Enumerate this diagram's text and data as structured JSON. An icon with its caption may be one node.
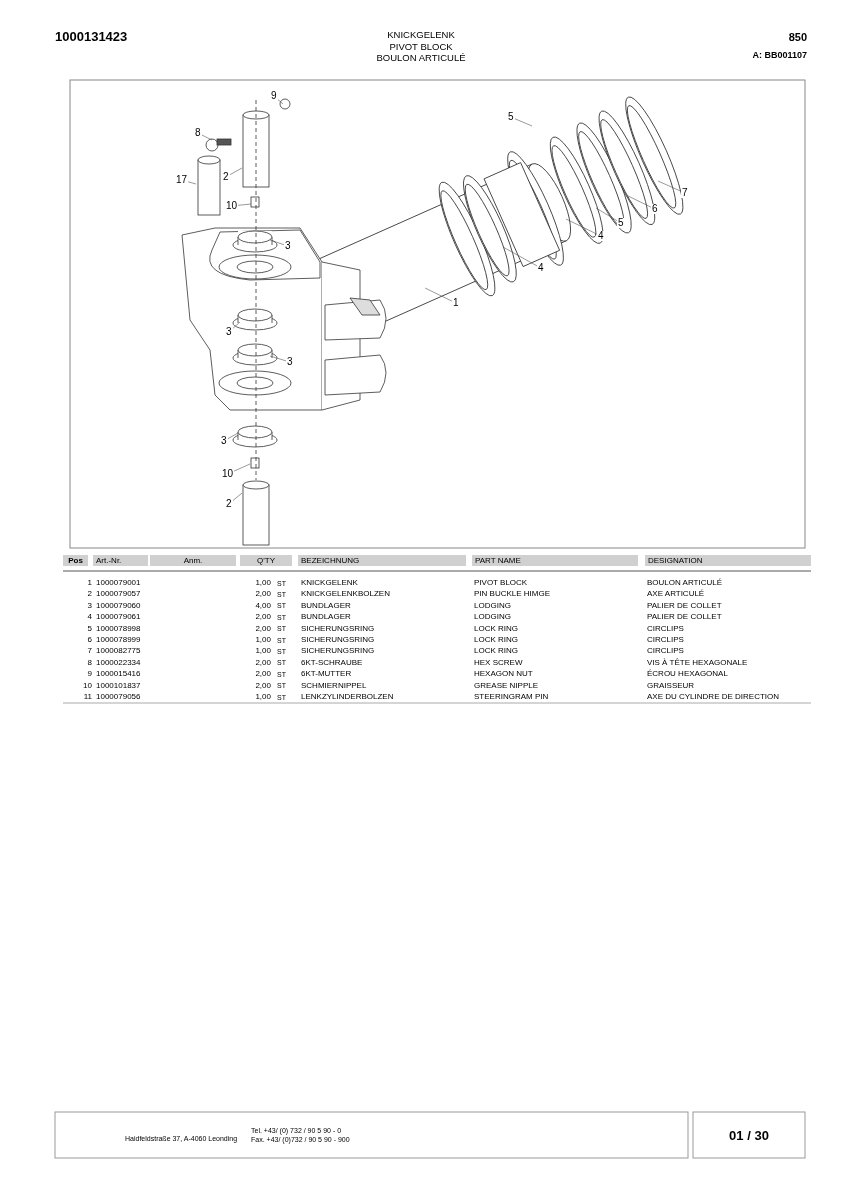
{
  "diagram": {
    "nodes": [
      {
        "text": [
          "9"
        ]
      },
      {
        "text": [
          "8"
        ]
      },
      {
        "text": [
          "17"
        ]
      },
      {
        "text": [
          "2"
        ]
      },
      {
        "text": [
          "10"
        ]
      },
      {
        "text": [
          "3"
        ]
      },
      {
        "text": [
          "3"
        ]
      },
      {
        "text": [
          "3"
        ]
      },
      {
        "text": [
          "3"
        ]
      },
      {
        "text": [
          "10"
        ]
      },
      {
        "text": [
          "2"
        ]
      },
      {
        "text": [
          "1"
        ]
      },
      {
        "text": [
          "4"
        ]
      },
      {
        "text": [
          "4"
        ]
      },
      {
        "text": [
          "5"
        ]
      },
      {
        "text": [
          "6"
        ]
      },
      {
        "text": [
          "7"
        ]
      },
      {
        "text": [
          "5"
        ]
      }
    ],
    "edges": [
      {
        "from": 0,
        "to": null,
        "arrow": "none"
      },
      {
        "from": 1,
        "to": null,
        "arrow": "none"
      },
      {
        "from": 2,
        "to": null,
        "arrow": "none"
      },
      {
        "from": 3,
        "to": null,
        "arrow": "none"
      },
      {
        "from": 4,
        "to": null,
        "arrow": "none"
      },
      {
        "from": 5,
        "to": null,
        "arrow": "none"
      },
      {
        "from": 6,
        "to": null,
        "arrow": "none"
      },
      {
        "from": 7,
        "to": null,
        "arrow": "none"
      },
      {
        "from": 8,
        "to": null,
        "arrow": "none"
      },
      {
        "from": 9,
        "to": null,
        "arrow": "none"
      },
      {
        "from": 10,
        "to": null,
        "arrow": "none"
      },
      {
        "from": 11,
        "to": null,
        "arrow": "none"
      },
      {
        "from": 12,
        "to": null,
        "arrow": "none"
      },
      {
        "from": 13,
        "to": null,
        "arrow": "none"
      },
      {
        "from": 14,
        "to": null,
        "arrow": "none"
      },
      {
        "from": 15,
        "to": null,
        "arrow": "none"
      },
      {
        "from": 16,
        "to": null,
        "arrow": "none"
      },
      {
        "from": 17,
        "to": null,
        "arrow": "none"
      }
    ],
    "labels": [
      "1000131423",
      "KNICKGELENK",
      "PIVOT BLOCK",
      "BOULON ARTICULÉ",
      "850",
      "A: BB001107",
      "Pos",
      "Art.-Nr.",
      "Anm.",
      "Q'TY",
      "BEZEICHNUNG",
      "PART NAME",
      "DESIGNATION",
      "1",
      "1000079001",
      "1,00",
      "ST",
      "KNICKGELENK",
      "PIVOT BLOCK",
      "BOULON ARTICULÉ",
      "2",
      "1000079057",
      "2,00",
      "ST",
      "KNICKGELENKBOLZEN",
      "PIN BUCKLE HIMGE",
      "AXE  ARTICULÉ",
      "3",
      "1000079060",
      "4,00",
      "ST",
      "BUNDLAGER",
      "LODGING",
      "PALIER DE COLLET",
      "4",
      "1000079061",
      "2,00",
      "ST",
      "BUNDLAGER",
      "LODGING",
      "PALIER DE COLLET",
      "5",
      "1000078998",
      "2,00",
      "ST",
      "SICHERUNGSRING",
      "LOCK RING",
      "CIRCLIPS",
      "6",
      "1000078999",
      "1,00",
      "ST",
      "SICHERUNGSRING",
      "LOCK RING",
      "CIRCLIPS",
      "7",
      "1000082775",
      "1,00",
      "ST",
      "SICHERUNGSRING",
      "LOCK RING",
      "CIRCLIPS",
      "8",
      "1000022334",
      "2,00",
      "ST",
      "6KT-SCHRAUBE",
      "HEX SCREW",
      "VIS À TÊTE HEXAGONALE",
      "9",
      "1000015416",
      "2,00",
      "ST",
      "6KT-MUTTER",
      "HEXAGON NUT",
      "ÉCROU HEXAGONAL",
      "10",
      "1000101837",
      "2,00",
      "ST",
      "SCHMIERNIPPEL",
      "GREASE NIPPLE",
      "GRAISSEUR",
      "11",
      "1000079056",
      "1,00",
      "ST",
      "LENKZYLINDERBOLZEN",
      "STEERINGRAM PIN",
      "AXE DU CYLINDRE DE DIRECTION",
      "Haidfeldstraße 37, A-4060 Leonding",
      "Tel. +43/ (0) 732 / 90 5 90 - 0",
      "Fax. +43/ (0)732 / 90 5 90 - 900",
      "01 / 30"
    ]
  }
}
